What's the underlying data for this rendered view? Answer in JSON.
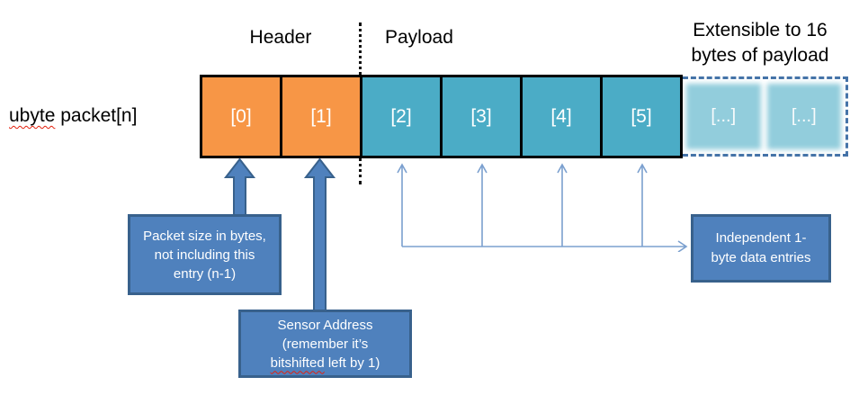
{
  "diagram": {
    "row_label": {
      "misspelled_word": "ubyte",
      "rest": " packet[n]"
    },
    "sections": {
      "header": "Header",
      "payload": "Payload",
      "extensible_line1": "Extensible to 16",
      "extensible_line2": "bytes of payload"
    },
    "cells": [
      {
        "label": "[0]",
        "section": "header"
      },
      {
        "label": "[1]",
        "section": "header"
      },
      {
        "label": "[2]",
        "section": "payload"
      },
      {
        "label": "[3]",
        "section": "payload"
      },
      {
        "label": "[4]",
        "section": "payload"
      },
      {
        "label": "[5]",
        "section": "payload"
      }
    ],
    "ext_cells": [
      {
        "label": "[...]"
      },
      {
        "label": "[...]"
      }
    ],
    "callouts": {
      "packet_size": {
        "lines": [
          "Packet size in bytes,",
          "not including this",
          "entry (n-1)"
        ]
      },
      "sensor_address": {
        "line1": "Sensor Address",
        "line2": "(remember it’s",
        "line3_word": "bitshifted",
        "line3_rest": " left by 1)"
      },
      "independent": {
        "lines": [
          "Independent 1-",
          "byte data entries"
        ]
      }
    }
  },
  "colors": {
    "header_cell": "#f79646",
    "payload_cell": "#4bacc6",
    "extensible_cell": "#92cddc",
    "callout_fill": "#4f81bd",
    "callout_border": "#38618c",
    "arrow_fill": "#4f81bd",
    "arrow_border": "#38618c",
    "thin_arrow": "#7ba0cf",
    "dashed_border": "#4573a8",
    "misspell_underline": "#e3200c"
  }
}
